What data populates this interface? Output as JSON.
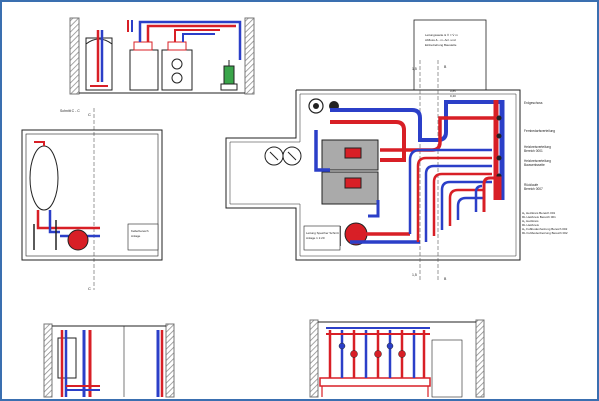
{
  "colors": {
    "frame": "#3a6fb0",
    "hot": "#d81f26",
    "cold": "#2b3fc8",
    "wall": "#999999",
    "line": "#222222",
    "tank": "#3aa54a"
  },
  "section_markers": {
    "left_top": "Schnitt C - C",
    "right_top": "B",
    "right_bottom": "B",
    "left_mid": "C",
    "left_bottom": "C",
    "level_top": "1,5",
    "level_bottom": "1,5"
  },
  "right_panel": {
    "header_lines": [
      "Leitungsweite & V̇ = V̇ m",
      "Abfluss & - m- Anl. und",
      "Einbeziehung Baustelle"
    ],
    "labels": {
      "floor": "Erdgeschoss",
      "regulation": "Fernbedarfsverteilung",
      "heat_a": "Heizkreisverteilung",
      "heat_a2": "Bereich 0001",
      "heat_b": "Heizkreisverteilung",
      "heat_b2": "Bauwerksseite",
      "return": "Rücklaufe",
      "return2": "Bereich 0007",
      "circuit_1": "H₁ Heizkreis Bereich 001",
      "circuit_2": "RL Heizkreis Bereich 001",
      "circuit_3": "H₂ Heizkreis",
      "circuit_4": "RL Heizkreis",
      "circuit_5": "H₃ Fußbodenheizung Bereich 002",
      "circuit_6": "RL Fußbodenheizung Bereich 002"
    },
    "note_box": [
      "Leitung Speicher Schnitt",
      "Anlage 1 1:20"
    ],
    "pipe_label_1": "0,85",
    "pipe_label_2": "0,40"
  },
  "left_panel": {
    "note_box": [
      "Kellerbereich",
      "Anlage"
    ]
  }
}
